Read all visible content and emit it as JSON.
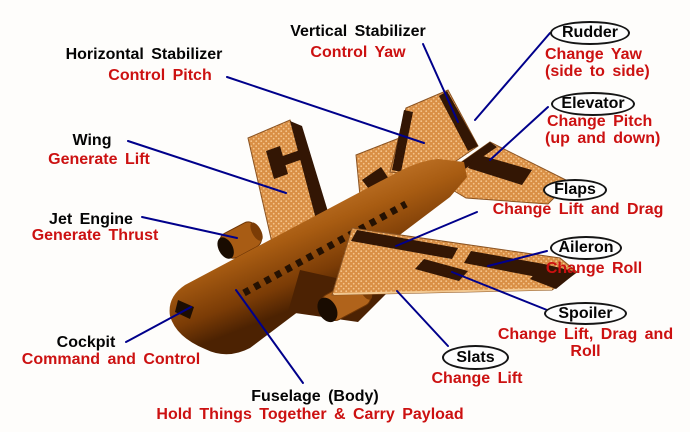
{
  "title": "Airplane parts and functions diagram",
  "colors": {
    "background": "#fefdfb",
    "part_label_text": "#050505",
    "function_text": "#cc1111",
    "leader_line": "#00008b",
    "oval_outline": "#151515",
    "fuselage_orange": "#a85c12",
    "wing_light_orange": "#d98f45",
    "wing_dot": "#f5c58d",
    "dark_patch_brown": "#331604"
  },
  "labels": {
    "horizontal_stabilizer": {
      "part": "Horizontal Stabilizer",
      "function": "Control Pitch"
    },
    "vertical_stabilizer": {
      "part": "Vertical Stabilizer",
      "function": "Control Yaw"
    },
    "wing": {
      "part": "Wing",
      "function": "Generate Lift"
    },
    "jet_engine": {
      "part": "Jet Engine",
      "function": "Generate Thrust"
    },
    "cockpit": {
      "part": "Cockpit",
      "function": "Command and Control"
    },
    "fuselage": {
      "part": "Fuselage (Body)",
      "function": "Hold Things Together & Carry Payload"
    },
    "rudder": {
      "part": "Rudder",
      "function": "Change Yaw",
      "function_note": "(side to side)"
    },
    "elevator": {
      "part": "Elevator",
      "function": "Change Pitch",
      "function_note": "(up and down)"
    },
    "flaps": {
      "part": "Flaps",
      "function": "Change Lift and Drag"
    },
    "aileron": {
      "part": "Aileron",
      "function": "Change Roll"
    },
    "spoiler": {
      "part": "Spoiler",
      "function": "Change Lift, Drag and Roll"
    },
    "slats": {
      "part": "Slats",
      "function": "Change Lift"
    }
  }
}
